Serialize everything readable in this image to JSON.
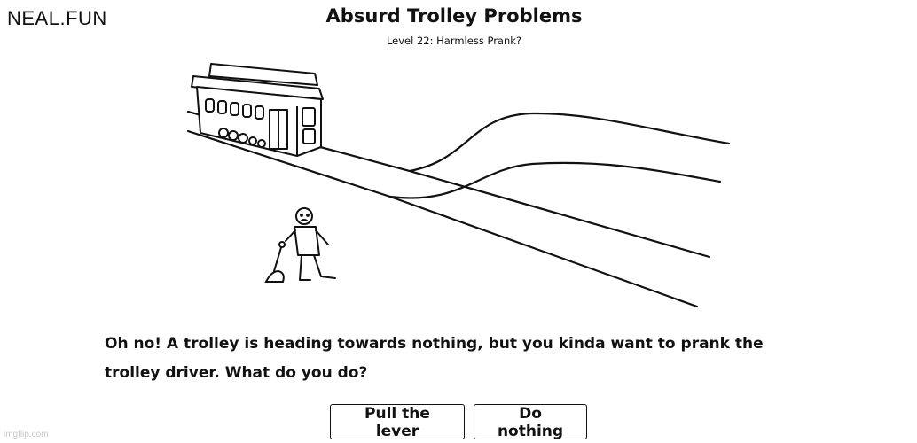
{
  "header": {
    "logo": "NEAL.FUN",
    "title": "Absurd Trolley Problems",
    "level": "Level 22: Harmless Prank?"
  },
  "scene": {
    "icons": [
      "trolley-icon",
      "lever-icon",
      "person-icon"
    ],
    "stroke_color": "#111111"
  },
  "prompt": {
    "text": "Oh no! A trolley is heading towards nothing, but you kinda want to prank the trolley driver. What do you do?"
  },
  "choices": {
    "pull_lever": "Pull the lever",
    "do_nothing": "Do nothing"
  },
  "watermark": "imgflip.com"
}
